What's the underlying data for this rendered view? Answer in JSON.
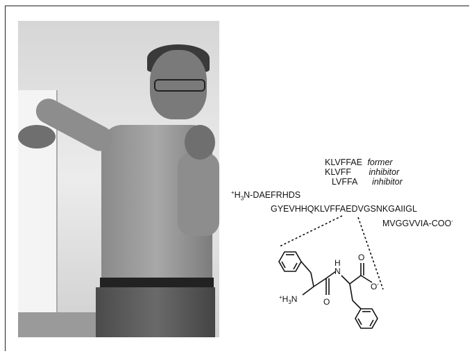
{
  "peptide_lines": [
    {
      "seq": "KLVFFAE",
      "note": "former"
    },
    {
      "seq": "KLVFF",
      "note": "inhibitor"
    },
    {
      "seq": "LVFFA",
      "note": "inhibitor"
    }
  ],
  "sequence": {
    "n_term_charge": "+",
    "n_term_h": "H",
    "n_term_sub": "3",
    "n_term_rest": "N-DAEFRHDS",
    "middle": "GYEVHHQKLVFFAEDVGSNKGAIIGL",
    "c_term": "MVGGVVIA-COO",
    "c_term_charge": "-"
  },
  "structure": {
    "amine_charge": "+",
    "amine_h": "H",
    "amine_sub": "3",
    "amine_n": "N",
    "amide_nh": "N",
    "amide_h": "H",
    "carbonyl_o1": "O",
    "carbonyl_o2": "O",
    "carboxylate_o": "O",
    "carboxylate_charge": "-"
  }
}
